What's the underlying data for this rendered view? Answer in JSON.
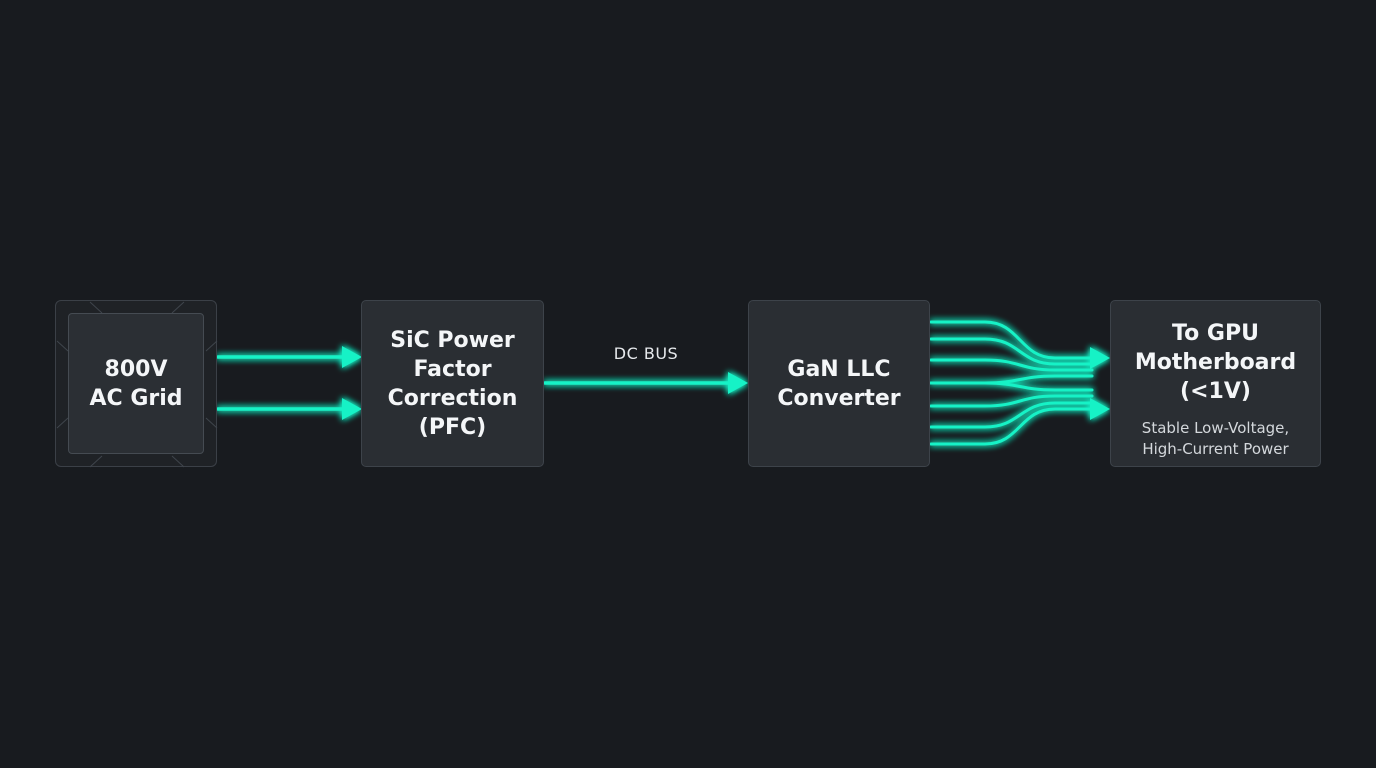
{
  "diagram": {
    "title": "",
    "colors": {
      "background": "#181b1f",
      "block_fill": "#2a2e33",
      "block_border": "#3d434a",
      "flow": "#19f2c6",
      "text": "#f4f6f8"
    },
    "nodes": {
      "grid": {
        "label": "800V\nAC Grid"
      },
      "pfc": {
        "label": "SiC Power\nFactor\nCorrection\n(PFC)"
      },
      "llc": {
        "label": "GaN LLC\nConverter"
      },
      "gpu": {
        "label": "To GPU\nMotherboard\n(<1V)",
        "sublabel": "Stable Low-Voltage,\nHigh-Current Power"
      }
    },
    "edges": [
      {
        "from": "grid",
        "to": "pfc",
        "lines": 2,
        "style": "arrow"
      },
      {
        "from": "pfc",
        "to": "llc",
        "lines": 1,
        "style": "arrow",
        "label": "DC BUS"
      },
      {
        "from": "llc",
        "to": "gpu",
        "lines": 8,
        "merge_into_arrows": 2,
        "style": "arrow"
      }
    ]
  }
}
